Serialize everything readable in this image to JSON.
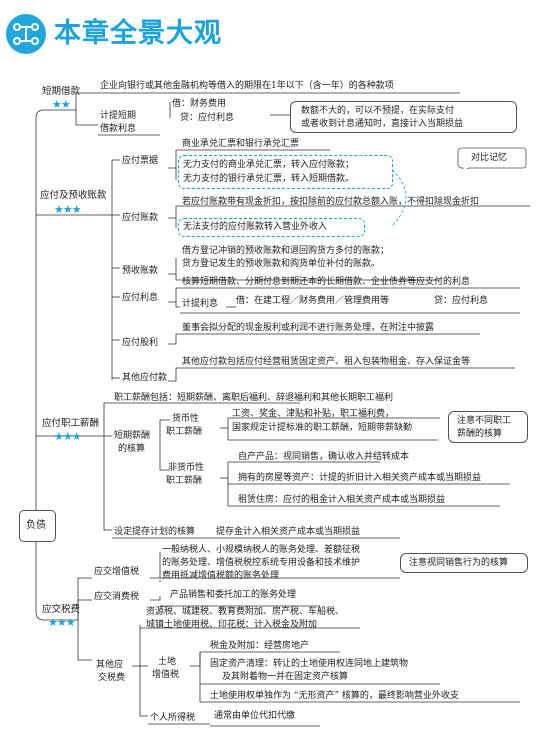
{
  "header": {
    "title": "本章全景大观",
    "icon": "network-icon"
  },
  "root": "负债",
  "stars": "★★★",
  "stars_short": "★★",
  "sections": {
    "short_loan": {
      "label": "短期借款",
      "def": "企业向银行或其他金融机构等借入的期限在1年以下（含一年）的各种款项",
      "interest_label": [
        "计提短期",
        "借款利息"
      ],
      "dr": "借：财务费用",
      "cr": "贷：应付利息",
      "note": [
        "数额不大的，可以不预提，在实际支付",
        "或者收到计息通知时，直接计入当期损益"
      ]
    },
    "payables": {
      "label": "应付及预收账款",
      "notes_label": "应付票据",
      "notes_items": [
        "商业承兑汇票和银行承兑汇票",
        "无力支付的商业承兑汇票，转入应付账款；",
        "无力支付的银行承兑汇票，转入短期借款。"
      ],
      "compare_memo": "对比记忆",
      "ap_label": "应付账款",
      "ap_items": [
        "若应付账款带有现金折扣，按扣除前的应付款总额入账，不得扣除现金折扣",
        "无法支付的应付账款转入营业外收入"
      ],
      "adv_label": "预收账款",
      "adv_items": [
        "借方登记冲销的预收账款和退回购货方多付的账款；",
        "贷方登记发生的预收账款和购货单位补付的账款。"
      ],
      "int_label": "应付利息",
      "int_items": [
        "核算短期借款、分期付息到期还本的长期借款、企业债券等应支付的利息",
        "计提利息",
        "借：在建工程／财务费用／管理费用等",
        "贷：应付利息"
      ],
      "div_label": "应付股利",
      "div_items": "董事会拟分配的现金股利或利润不进行账务处理，在附注中披露",
      "other_label": "其他应付款",
      "other_items": "其他应付款包括应付经营租赁固定资产、租入包装物租金、存入保证金等"
    },
    "payroll": {
      "label": "应付职工薪酬",
      "includes": "职工薪酬包括：短期薪酬、离职后福利、辞退福利和其他长期职工福利",
      "short_label": [
        "短期薪酬",
        "的核算"
      ],
      "monetary_label": [
        "货币性",
        "职工薪酬"
      ],
      "monetary_items": [
        "工资、奖金、津贴和补贴，职工福利费，",
        "国家规定计提标准的职工薪酬，短期带薪缺勤"
      ],
      "monetary_note": [
        "注意不同职工",
        "薪酬的核算"
      ],
      "nonmonetary_label": [
        "非货币性",
        "职工薪酬"
      ],
      "nonmonetary_items": [
        "自产产品：视同销售，确认收入并结转成本",
        "拥有的房屋等资产：计提的折旧计入相关资产成本或当期损益",
        "租赁住房：应付的租金计入相关资产成本或当期损益"
      ],
      "plan_label": "设定提存计划的核算",
      "plan_item": "提存金计入相关资产成本或当期损益"
    },
    "tax": {
      "label": "应交税费",
      "vat_label": "应交增值税",
      "vat_items": [
        "一般纳税人、小规模纳税人的账务处理、差额征税",
        "的账务处理、增值税税控系统专用设备和技术维护",
        "费用抵减增值税额的账务处理"
      ],
      "vat_note": "注意视同销售行为的核算",
      "consume_label": "应交消费税",
      "consume_item": "产品销售和委托加工的账务处理",
      "other_label": [
        "其他应",
        "交税费"
      ],
      "other_items": [
        "资源税、城建税、教育费附加、房产税、车船税、",
        "城镇土地使用税、印花税：计入税金及附加"
      ],
      "land_label": [
        "土地",
        "增值税"
      ],
      "land_items": [
        "税金及附加：经营房地产",
        "固定资产清理：转让的土地使用权连同地上建筑物",
        "及其附着物一并在固定资产核算",
        "土地使用权单独作为 “无形资产” 核算的，最终影响营业外收支"
      ],
      "pit_label": "个人所得税",
      "pit_item": "通常由单位代扣代缴"
    }
  }
}
